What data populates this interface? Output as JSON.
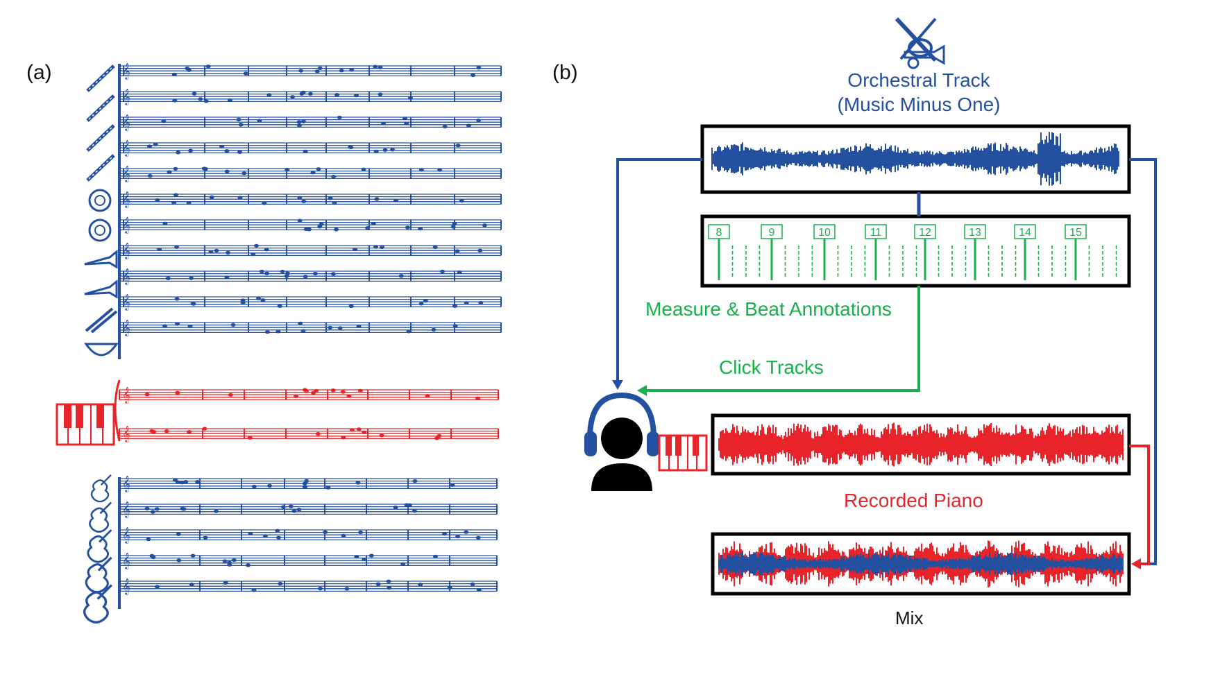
{
  "colors": {
    "orchestra_blue": "#2450a0",
    "annotation_green": "#17b04a",
    "piano_red": "#e8242a",
    "outline": "#000000"
  },
  "panel_a": {
    "label": "(a)",
    "orchestra_instrument_icons": [
      "flute-icon",
      "oboe-icon",
      "clarinet-icon",
      "bassoon-icon",
      "horn-icon",
      "horn-icon",
      "trumpet-icon",
      "trombone-icon",
      "tuba-icon",
      "timpani-icon"
    ],
    "piano_icon": "piano-keys-icon",
    "string_instrument_icons": [
      "violin-icon",
      "violin-icon",
      "viola-icon",
      "cello-icon",
      "double-bass-icon"
    ]
  },
  "panel_b": {
    "label": "(b)",
    "top_icon": "orchestra-instruments-icon",
    "orchestral_title_line1": "Orchestral Track",
    "orchestral_title_line2": "(Music Minus One)",
    "measure_numbers": [
      "8",
      "9",
      "10",
      "11",
      "12",
      "13",
      "14",
      "15"
    ],
    "annotations_label": "Measure & Beat Annotations",
    "click_tracks_label": "Click Tracks",
    "listener_icon": "headphones-person-icon",
    "piano_icon": "piano-keys-icon",
    "recorded_piano_label": "Recorded Piano",
    "mix_label": "Mix"
  }
}
